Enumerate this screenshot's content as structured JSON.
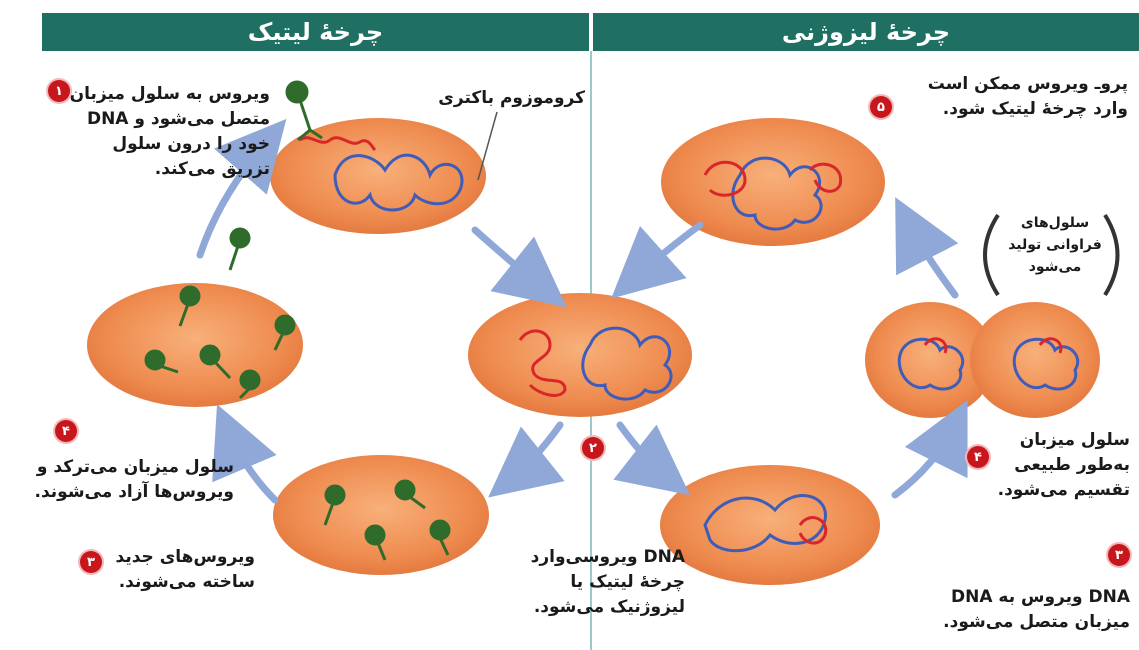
{
  "headers": {
    "lytic": "چرخهٔ لیتیک",
    "lysogenic": "چرخهٔ لیزوژنی"
  },
  "labels": {
    "chromosome": "کروموزوم باکتری",
    "step1": "ویروس به سلول میزبان\nمتصل می‌شود و DNA\nخود را درون سلول\nتزریق می‌کند.",
    "step2": "DNA ویروسی‌وارد\nچرخهٔ لیتیک یا\nلیزوژنیک می‌شود.",
    "step3_lytic": "ویروس‌های جدید\nساخته می‌شوند.",
    "step4_lytic": "سلول میزبان می‌ترکد و\nویروس‌ها آزاد می‌شوند.",
    "step3_lyso": "DNA ویروس به DNA\nمیزبان متصل می‌شود.",
    "step4_lyso": "سلول میزبان\nبه‌طور طبیعی\nتقسیم می‌شود.",
    "many_cells": "سلول‌های\nفراوانی تولید\nمی‌شود",
    "step5": "پروـ ویروس ممکن است\nوارد چرخهٔ لیتیک شود."
  },
  "numbers": {
    "n1": "۱",
    "n2": "۲",
    "n3a": "۳",
    "n4a": "۴",
    "n3b": "۳",
    "n4b": "۴",
    "n5": "۵"
  },
  "colors": {
    "header": "#1f6f63",
    "cell": "#ee8a4e",
    "viral_dna": "#d9262a",
    "host_dna": "#3f5db8",
    "virus": "#2f6b2a",
    "arrow": "#8fa8d8",
    "badge": "#c8161d"
  }
}
